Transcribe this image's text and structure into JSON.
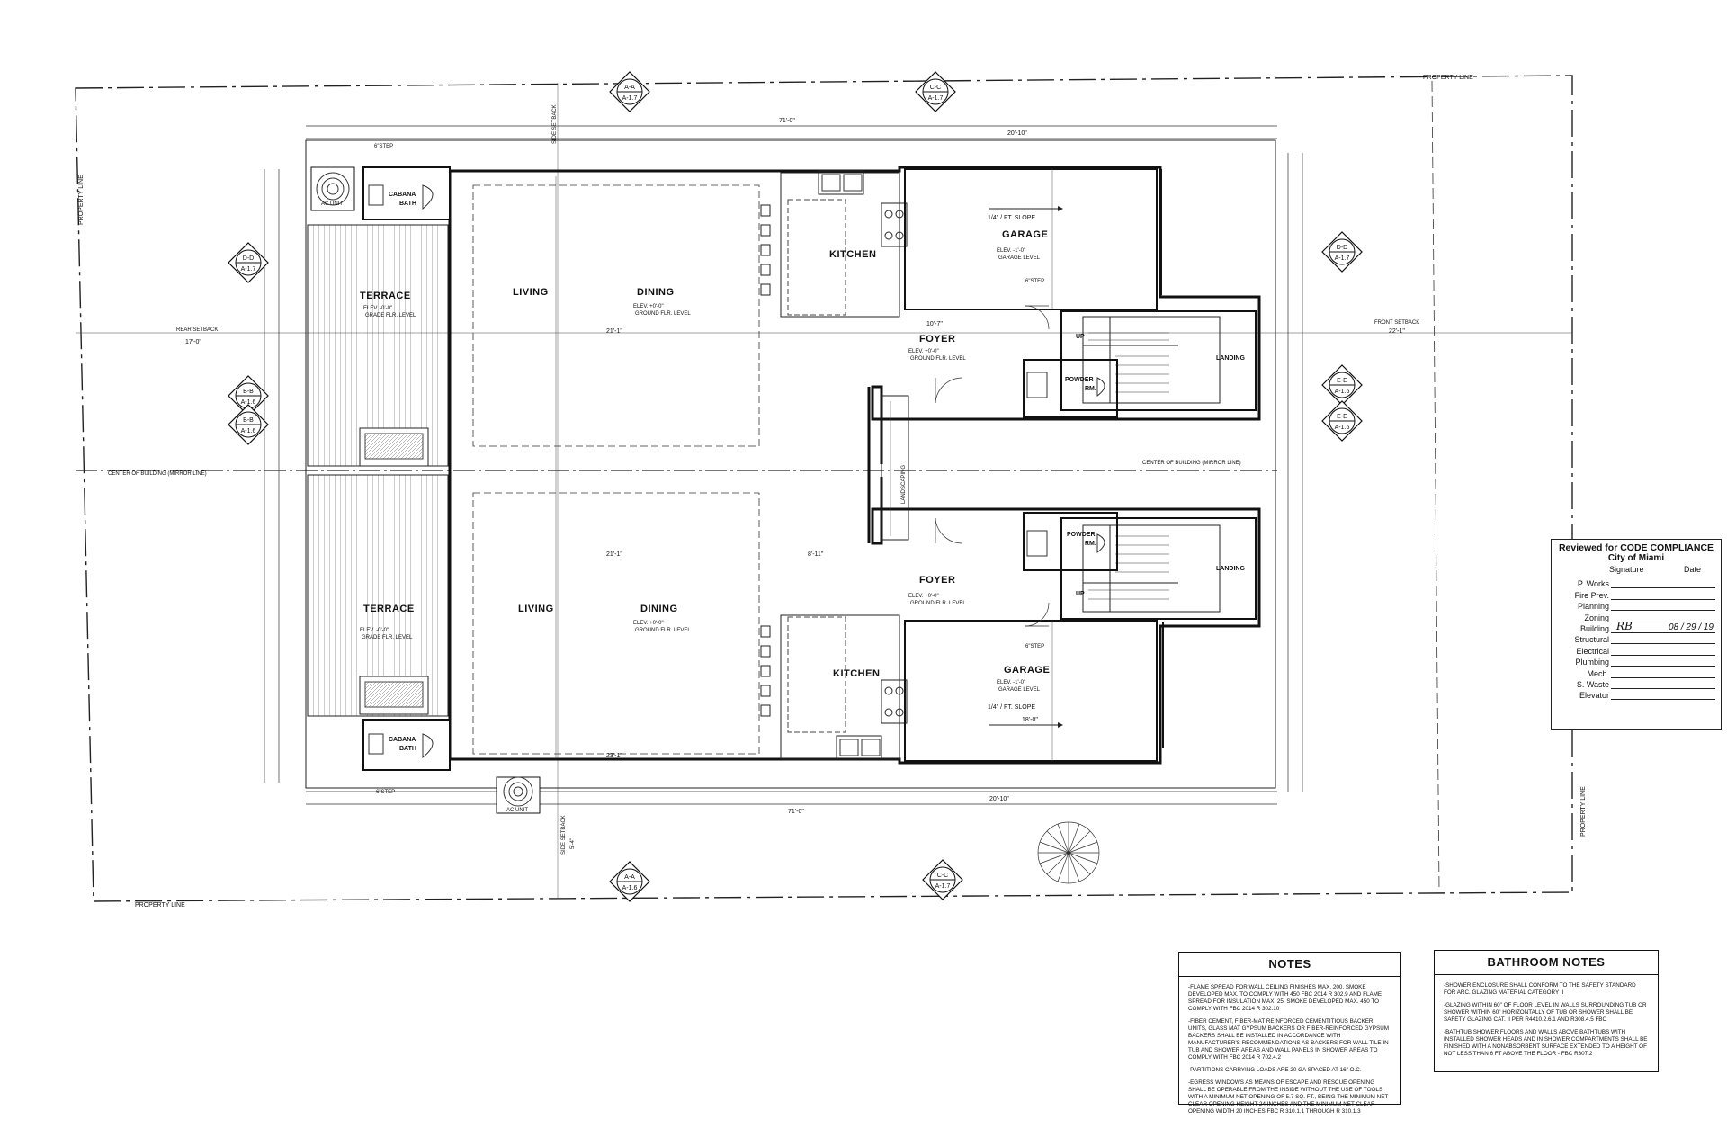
{
  "plan": {
    "property_line": "PROPERTY LINE",
    "rear_setback": "REAR SETBACK",
    "rear_setback_dim": "17'-0\"",
    "front_setback": "FRONT SETBACK",
    "front_setback_dim": "22'-1\"",
    "side_setback": "SIDE SETBACK",
    "side_setback_dim": "5'-4\"",
    "center_line": "CENTER OF BUILDING (MIRROR LINE)",
    "overall_width": "71'-0\"",
    "landscaping": "LANDSCAPING",
    "slope": "1/4\" / FT. SLOPE",
    "garage_width": "20'-10\"",
    "garage_depth": "18'-0\"",
    "living_dining_width": "21'-1\"",
    "living_dining_width_lower": "23'-1\"",
    "foyer_dim": "10'-7\"",
    "foyer_dim_lower": "8'-11\"",
    "step": "6\"STEP",
    "ac_unit": "AC UNIT",
    "units": [
      {
        "terrace": "TERRACE",
        "terrace_elev": "ELEV. -0'-0\"",
        "terrace_elev_sub": "GRADE FLR. LEVEL",
        "living": "LIVING",
        "dining": "DINING",
        "dining_elev": "ELEV. +0'-0\"",
        "dining_elev_sub": "GROUND FLR. LEVEL",
        "kitchen": "KITCHEN",
        "foyer": "FOYER",
        "foyer_elev": "ELEV. +0'-0\"",
        "foyer_elev_sub": "GROUND FLR. LEVEL",
        "garage": "GARAGE",
        "garage_elev": "ELEV. -1'-0\"",
        "garage_elev_sub": "GARAGE LEVEL",
        "powder": "POWDER",
        "powder_sub": "RM.",
        "landing": "LANDING",
        "up": "UP",
        "cabana": "CABANA",
        "cabana_sub": "BATH"
      },
      {
        "terrace": "TERRACE",
        "terrace_elev": "ELEV. -0'-0\"",
        "terrace_elev_sub": "GRADE FLR. LEVEL",
        "living": "LIVING",
        "dining": "DINING",
        "dining_elev": "ELEV. +0'-0\"",
        "dining_elev_sub": "GROUND FLR. LEVEL",
        "kitchen": "KITCHEN",
        "foyer": "FOYER",
        "foyer_elev": "ELEV. +0'-0\"",
        "foyer_elev_sub": "GROUND FLR. LEVEL",
        "garage": "GARAGE",
        "garage_elev": "ELEV. -1'-0\"",
        "garage_elev_sub": "GARAGE LEVEL",
        "powder": "POWDER",
        "powder_sub": "RM.",
        "landing": "LANDING",
        "up": "UP",
        "cabana": "CABANA",
        "cabana_sub": "BATH"
      }
    ],
    "section_markers": [
      {
        "id": "A-A",
        "sheet": "A-1.7"
      },
      {
        "id": "C-C",
        "sheet": "A-1.7"
      },
      {
        "id": "D-D",
        "sheet": "A-1.7"
      },
      {
        "id": "D-D",
        "sheet": "A-1.7"
      },
      {
        "id": "B-B",
        "sheet": "A-1.6"
      },
      {
        "id": "E-E",
        "sheet": "A-1.6"
      },
      {
        "id": "B-B",
        "sheet": "A-1.6"
      },
      {
        "id": "E-E",
        "sheet": "A-1.6"
      },
      {
        "id": "A-A",
        "sheet": "A-1.6"
      },
      {
        "id": "C-C",
        "sheet": "A-1.7"
      }
    ]
  },
  "review_stamp": {
    "title": "Reviewed for CODE COMPLIANCE",
    "city": "City of Miami",
    "col_signature": "Signature",
    "col_date": "Date",
    "rows": [
      "P. Works",
      "Fire Prev.",
      "Planning",
      "Zoning",
      "Building",
      "Structural",
      "Electrical",
      "Plumbing",
      "Mech.",
      "S. Waste",
      "Elevator"
    ],
    "building_signature": "RB",
    "building_date": "08 / 29 / 19"
  },
  "notes": {
    "title": "NOTES",
    "items": [
      "-FLAME SPREAD FOR WALL CEILING FINISHES MAX. 200, SMOKE DEVELOPED MAX. TO COMPLY WITH 450 FBC 2014 R 302.9 AND FLAME SPREAD FOR INSULATION MAX. 25, SMOKE DEVELOPED MAX. 450 TO COMPLY WITH FBC 2014 R 302.10",
      "-FIBER CEMENT, FIBER-MAT REINFORCED CEMENTITIOUS BACKER UNITS, GLASS MAT GYPSUM BACKERS OR FIBER-REINFORCED GYPSUM BACKERS SHALL BE INSTALLED IN ACCORDANCE WITH MANUFACTURER'S RECOMMENDATIONS AS BACKERS FOR WALL TILE IN TUB AND SHOWER AREAS AND WALL PANELS IN SHOWER AREAS TO COMPLY WITH FBC 2014 R 702.4.2",
      "-PARTITIONS CARRYING LOADS ARE 20 GA SPACED AT 16\" O.C.",
      "-EGRESS WINDOWS AS MEANS OF ESCAPE AND RESCUE OPENING SHALL BE OPERABLE FROM THE INSIDE WITHOUT THE USE OF TOOLS WITH A MINIMUM NET OPENING OF 5.7 SQ. FT., BEING THE MINIMUM NET CLEAR OPENING HEIGHT 24 INCHES AND THE MINIMUM NET CLEAR OPENING WIDTH 20 INCHES FBC R 310.1.1 THROUGH R 310.1.3"
    ]
  },
  "bathroom_notes": {
    "title": "BATHROOM NOTES",
    "items": [
      "-SHOWER ENCLOSURE SHALL CONFORM TO THE SAFETY STANDARD FOR ARC. GLAZING MATERIAL CATEGORY II",
      "-GLAZING WITHIN 60\" OF FLOOR LEVEL IN WALLS SURROUNDING TUB OR SHOWER WITHIN 60\" HORIZONTALLY OF TUB OR SHOWER SHALL BE SAFETY GLAZING CAT. II PER R4410.2.6.1 AND R308.4.5 FBC",
      "-BATHTUB SHOWER FLOORS AND WALLS ABOVE BATHTUBS WITH INSTALLED SHOWER HEADS AND IN SHOWER COMPARTMENTS SHALL BE FINISHED WITH A NONABSORBENT SURFACE EXTENDED TO A HEIGHT OF NOT LESS THAN 6 FT ABOVE THE FLOOR - FBC R307.2"
    ]
  }
}
